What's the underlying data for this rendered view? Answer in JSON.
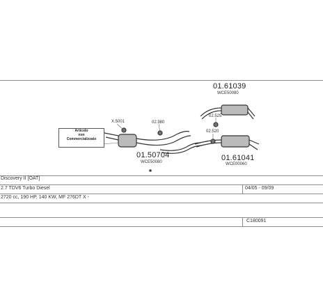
{
  "parts": {
    "rear_silencer_upper": {
      "number": "01.61039",
      "code": "WCE50080"
    },
    "rear_silencer_lower": {
      "number": "01.61041",
      "code": "WCE00060"
    },
    "middle_silencer": {
      "number": "01.50704",
      "code": "WCE50080"
    },
    "clamp_left": {
      "number": "X.5001"
    },
    "clamp_mid": {
      "number": "02.980"
    },
    "clamp_right_upper": {
      "number": "02.525"
    },
    "clamp_right_lower": {
      "number": "02.520"
    }
  },
  "legend": {
    "line1": "Articolo",
    "line2": "non",
    "line3": "Commercializzato"
  },
  "vehicle": {
    "model": "Discovery II [OAT]",
    "engine": "2.7 TDV6 Turbo Diesel",
    "years": "04/05 - 09/09",
    "spec": "2720 cc, 190 HP, 140 KW, MF 276DT X -",
    "catalog_code": "C180091"
  }
}
